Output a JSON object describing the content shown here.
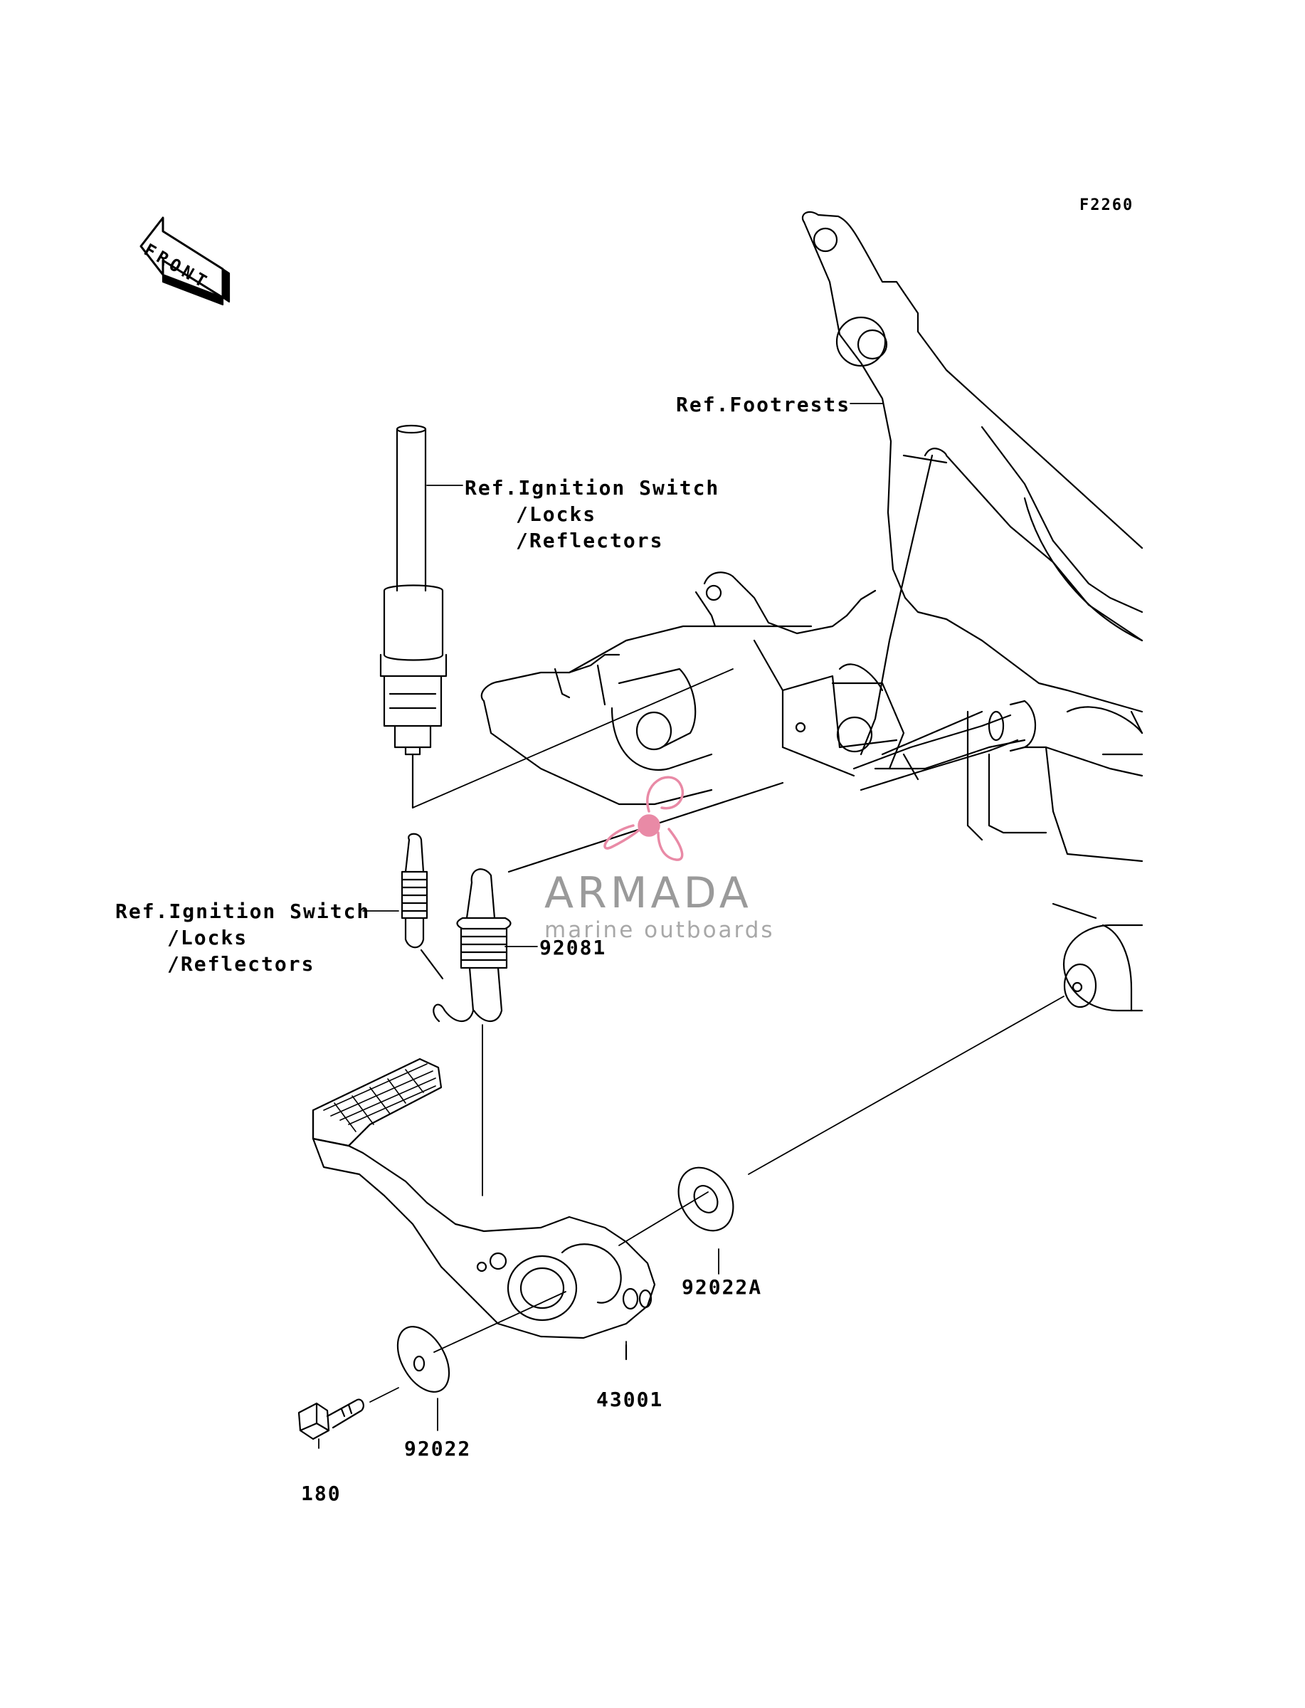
{
  "diagram_code": "F2260",
  "front_arrow": {
    "text": "FRONT",
    "icon": "front-arrow-icon"
  },
  "refs": {
    "footrests": "Ref.Footrests",
    "ignition_top": {
      "line1": "Ref.Ignition Switch",
      "line2": "/Locks",
      "line3": "/Reflectors"
    },
    "ignition_left": {
      "line1": "Ref.Ignition Switch",
      "line2": "/Locks",
      "line3": "/Reflectors"
    }
  },
  "parts": {
    "spring": "92081",
    "washer_a": "92022A",
    "pedal": "43001",
    "washer": "92022",
    "bolt": "180"
  },
  "watermark": {
    "name": "ARMADA",
    "tagline": "marine outboards",
    "icon": "propeller-icon",
    "color": "#e98aa6"
  }
}
